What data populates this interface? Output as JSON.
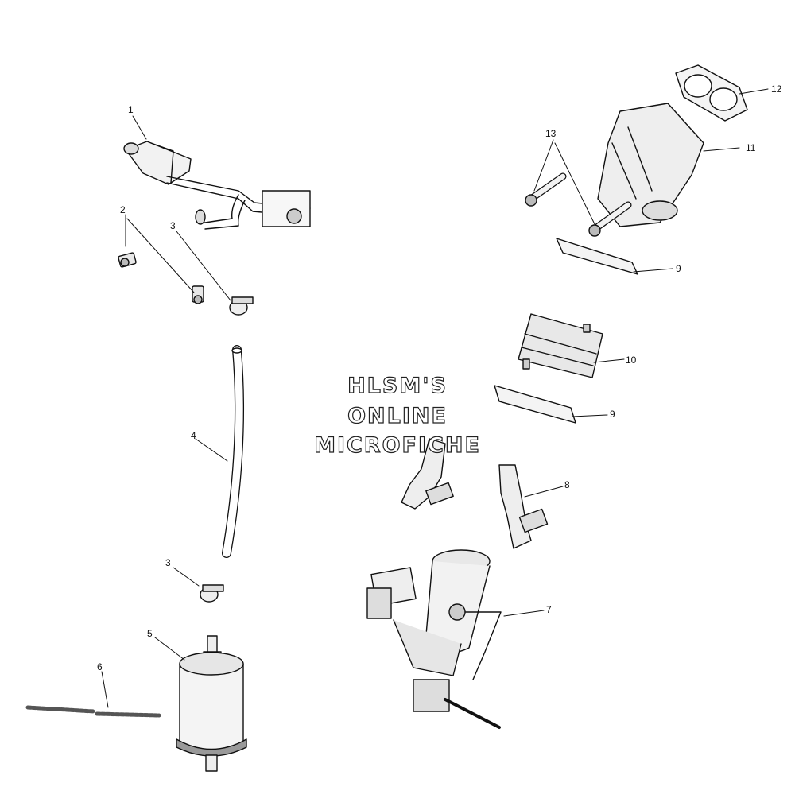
{
  "diagram": {
    "labels": [
      {
        "id": "1",
        "text": "1"
      },
      {
        "id": "2",
        "text": "2"
      },
      {
        "id": "3a",
        "text": "3"
      },
      {
        "id": "3b",
        "text": "3"
      },
      {
        "id": "4",
        "text": "4"
      },
      {
        "id": "5",
        "text": "5"
      },
      {
        "id": "6",
        "text": "6"
      },
      {
        "id": "7",
        "text": "7"
      },
      {
        "id": "8",
        "text": "8"
      },
      {
        "id": "9a",
        "text": "9"
      },
      {
        "id": "9b",
        "text": "9"
      },
      {
        "id": "10",
        "text": "10"
      },
      {
        "id": "11",
        "text": "11"
      },
      {
        "id": "12",
        "text": "12"
      },
      {
        "id": "13",
        "text": "13"
      }
    ],
    "watermark": {
      "line1": "HLSM'S",
      "line2": "ONLINE",
      "line3": "MICROFICHE"
    }
  }
}
